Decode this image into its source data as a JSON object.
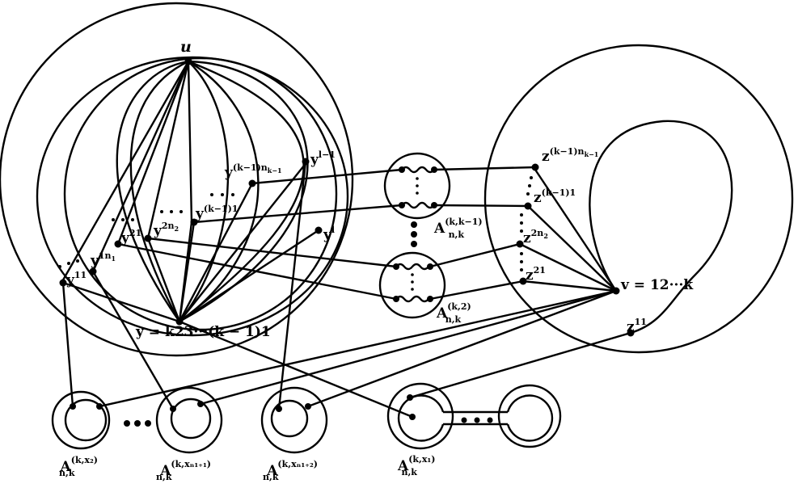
{
  "labels": {
    "u": "u",
    "y_kminus1_nk1": {
      "base": "y",
      "sup": "(k−1)n",
      "sup_sub": "k−1"
    },
    "y_l_minus_1": {
      "base": "y",
      "sup": "l−1"
    },
    "y_kminus1_1": {
      "base": "y",
      "sup": "(k−1)1"
    },
    "y_21": {
      "base": "y",
      "sup": "21"
    },
    "y_2n2": {
      "base": "y",
      "sup": "2n",
      "sup_sub": "2"
    },
    "y_l": {
      "base": "y",
      "sup": "l"
    },
    "y_1n1": {
      "base": "y",
      "sup": "1n",
      "sup_sub": "1"
    },
    "y_11": {
      "base": "y",
      "sup": "11"
    },
    "y_main": "y = k23···(k − 1)1",
    "z_kminus1_nk1": {
      "base": "z",
      "sup": "(k−1)n",
      "sup_sub": "k−1"
    },
    "z_kminus1_1": {
      "base": "z",
      "sup": "(k−1)1"
    },
    "z_2n2": {
      "base": "z",
      "sup": "2n",
      "sup_sub": "2"
    },
    "z_21": {
      "base": "z",
      "sup": "21"
    },
    "z_11": {
      "base": "z",
      "sup": "11"
    },
    "v_main": "v = 12···k",
    "A_k_kminus1": {
      "base": "A",
      "sup": "(k,k−1)",
      "sub": "n,k"
    },
    "A_k_2": {
      "base": "A",
      "sup": "(k,2)",
      "sub": "n,k"
    },
    "A_k_x2": {
      "base": "A",
      "sup": "(k,x₂)",
      "sub": "n,k"
    },
    "A_k_xn1p1": {
      "base": "A",
      "sup": "(k,xₙ₁₊₁)",
      "sub": "n,k"
    },
    "A_k_xn1p2": {
      "base": "A",
      "sup": "(k,xₙ₁₊₂)",
      "sub": "n,k"
    },
    "A_k_x1": {
      "base": "A",
      "sup": "(k,x₁)",
      "sub": "n,k"
    }
  }
}
